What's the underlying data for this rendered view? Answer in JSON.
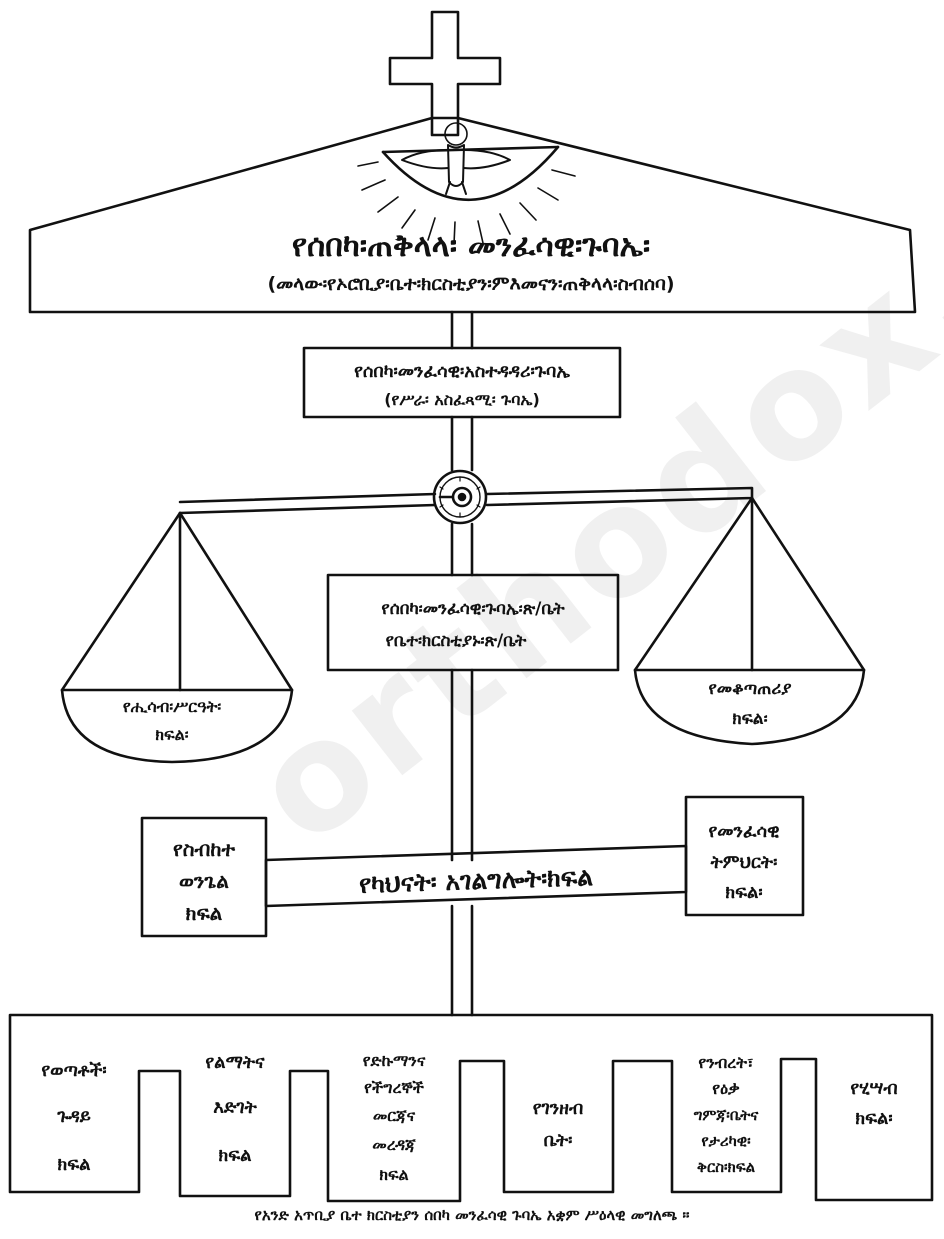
{
  "roof": {
    "title": "የሰበካ፡ጠቅላላ፡ መንፈሳዊ፡ጉባኤ፡",
    "subtitle": "(መላው፡የኦሮቢያ፡ቤተ፡ክርስቲያን፡ምእመናን፡ጠቅላላ፡ስብሰባ)"
  },
  "council_box": {
    "line1": "የሰበካ፡መንፈሳዊ፡አስተዳዳሪ፡ጉባኤ",
    "line2": "(የሥራ፡ አስፈጻሚ፡ ጉባኤ)"
  },
  "office_box": {
    "line1": "የሰበካ፡መንፈሳዊ፡ጉባኤ፡ጽ/ቤት",
    "line2": "የቤተ፡ክርስቲያኑ፡ጽ/ቤት"
  },
  "left_pan": {
    "line1": "የሒሳብ፡ሥርዓት፡",
    "line2": "ክፍል፡"
  },
  "right_pan": {
    "line1": "የመቆጣጠሪያ",
    "line2": "ክፍል፡"
  },
  "left_box": {
    "line1": "የስብከተ",
    "line2": "ወንጌል",
    "line3": "ክፍል"
  },
  "beam_label": "የካህናት፡ አገልግሎት፡ክፍል",
  "right_box": {
    "line1": "የመንፈሳዊ",
    "line2": "ትምህርት፡",
    "line3": "ክፍል፡"
  },
  "departments": [
    {
      "lines": [
        "የወጣቶች፡",
        "ጉዳይ",
        "ክፍል"
      ]
    },
    {
      "lines": [
        "የልማትና",
        "እድገት",
        "ክፍል"
      ]
    },
    {
      "lines": [
        "የድኩማንና",
        "የችግረኞች",
        "መርጃና",
        "መረዳጃ",
        "ክፍል"
      ]
    },
    {
      "lines": [
        "የገንዘብ",
        "ቤት፡"
      ]
    },
    {
      "lines": [
        "የንብረት፣",
        "የዕቃ",
        "ግምጃ፡ቤትና",
        "የታሪካዊ፡",
        "ቅርስ፡ክፍል"
      ]
    },
    {
      "lines": [
        "የሂሣብ",
        "ክፍል፡"
      ]
    }
  ],
  "caption": "የአንድ አጥቢያ ቤተ ክርስቲያን ሰበካ መንፈሳዊ ጉባኤ አቋም ሥዕላዊ መግለጫ ።",
  "watermark": "orthodox.org"
}
